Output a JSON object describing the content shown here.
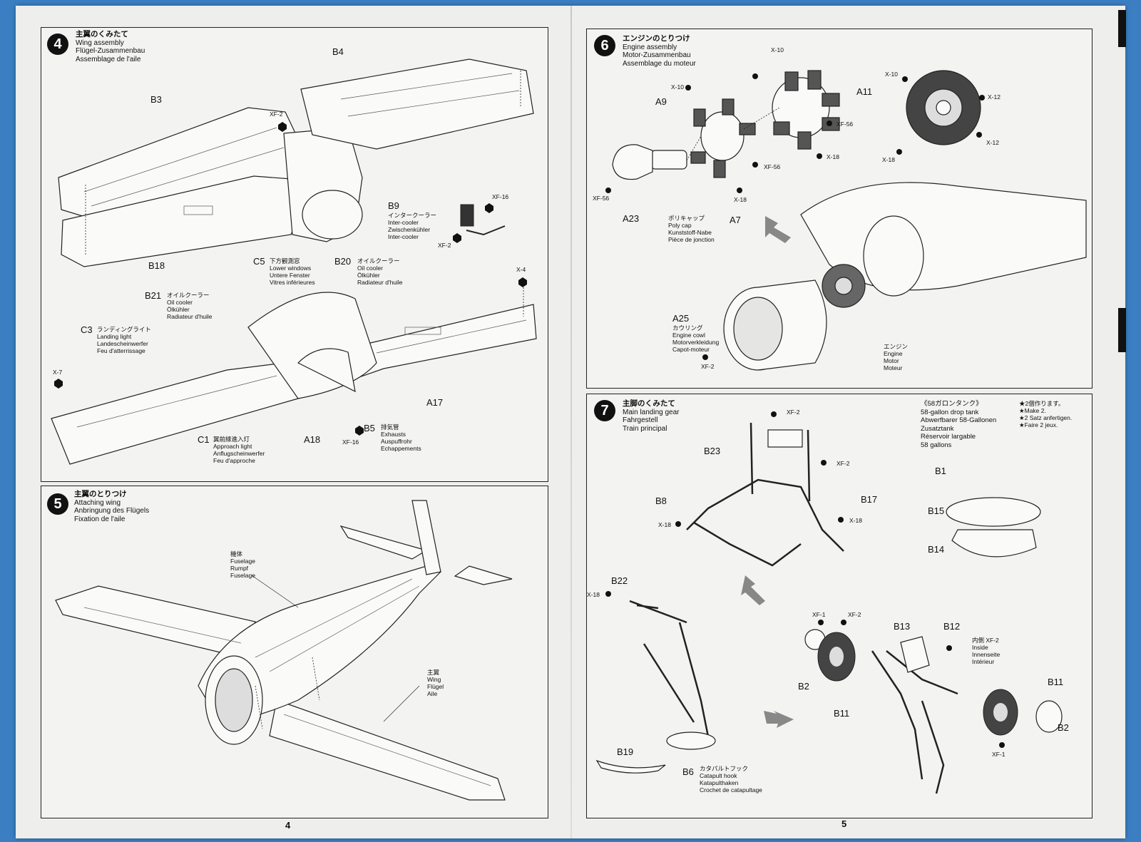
{
  "pages": {
    "left": "4",
    "right": "5"
  },
  "steps": [
    {
      "number": "4",
      "title": {
        "jp": "主翼のくみたて",
        "en": "Wing assembly",
        "de": "Flügel-Zusammenbau",
        "fr": "Assemblage de l'aile"
      },
      "parts": [
        "B4",
        "B3",
        "B18",
        "B9",
        "C5",
        "B20",
        "B21",
        "C3",
        "A17",
        "A18",
        "B5",
        "C1"
      ],
      "paints": [
        "XF-2",
        "XF-16",
        "XF-2",
        "X-4",
        "X-7",
        "XF-16"
      ],
      "callouts": {
        "b9": [
          "インタークーラー",
          "Inter-cooler",
          "Zwischenkühler",
          "Inter-cooler"
        ],
        "c5": [
          "下方観測窓",
          "Lower windows",
          "Untere Fenster",
          "Vitres inférieures"
        ],
        "b20": [
          "オイルクーラー",
          "Oil cooler",
          "Ölkühler",
          "Radiateur d'huile"
        ],
        "b21": [
          "オイルクーラー",
          "Oil cooler",
          "Ölkühler",
          "Radiateur d'huile"
        ],
        "c3": [
          "ランディングライト",
          "Landing light",
          "Landescheinwerfer",
          "Feu d'atterrissage"
        ],
        "b5": [
          "排気管",
          "Exhausts",
          "Auspuffrohr",
          "Echappements"
        ],
        "c1": [
          "翼前縁進入灯",
          "Approach light",
          "Anflugscheinwerfer",
          "Feu d'approche"
        ]
      }
    },
    {
      "number": "5",
      "title": {
        "jp": "主翼のとりつけ",
        "en": "Attaching wing",
        "de": "Anbringung des Flügels",
        "fr": "Fixation de l'aile"
      },
      "callouts": {
        "fuselage": [
          "機体",
          "Fuselage",
          "Rumpf",
          "Fuselage"
        ],
        "wing": [
          "主翼",
          "Wing",
          "Flügel",
          "Aile"
        ]
      }
    },
    {
      "number": "6",
      "title": {
        "jp": "エンジンのとりつけ",
        "en": "Engine assembly",
        "de": "Motor-Zusammenbau",
        "fr": "Assemblage du moteur"
      },
      "parts": [
        "A9",
        "A11",
        "A23",
        "A7",
        "A25"
      ],
      "paints": [
        "X-10",
        "X-10",
        "XF-56",
        "X-18",
        "XF-56",
        "X-18",
        "XF-56",
        "X-10",
        "X-12",
        "X-12",
        "X-18",
        "XF-2"
      ],
      "callouts": {
        "polycap": [
          "ポリキャップ",
          "Poly cap",
          "Kunststoff-Nabe",
          "Pièce de jonction"
        ],
        "a25": [
          "カウリング",
          "Engine cowl",
          "Motorverkleidung",
          "Capot-moteur"
        ],
        "engine": [
          "エンジン",
          "Engine",
          "Motor",
          "Moteur"
        ]
      }
    },
    {
      "number": "7",
      "title": {
        "jp": "主脚のくみたて",
        "en": "Main landing gear",
        "de": "Fahrgestell",
        "fr": "Train principal"
      },
      "parts": [
        "B23",
        "B17",
        "B8",
        "B22",
        "B19",
        "B6",
        "B13",
        "B12",
        "B2",
        "B11",
        "B11",
        "B2",
        "B1",
        "B15",
        "B14"
      ],
      "paints": [
        "XF-2",
        "XF-2",
        "X-18",
        "X-18",
        "X-18",
        "XF-1",
        "XF-2",
        "XF-1"
      ],
      "callouts": {
        "b6": [
          "カタパルトフック",
          "Catapult hook",
          "Katapulthaken",
          "Crochet de catapultage"
        ],
        "inside": [
          "内側 XF-2",
          "Inside",
          "Innenseite",
          "Intérieur"
        ],
        "droptank": [
          "《58ガロンタンク》",
          "58-gallon drop tank",
          "Abwerfbarer 58-Gallonen",
          "Zusatztank",
          "Réservoir largable",
          "58 gallons"
        ],
        "make2": [
          "★2個作ります。",
          "★Make 2.",
          "★2 Satz anfertigen.",
          "★Faire 2 jeux."
        ]
      }
    }
  ]
}
